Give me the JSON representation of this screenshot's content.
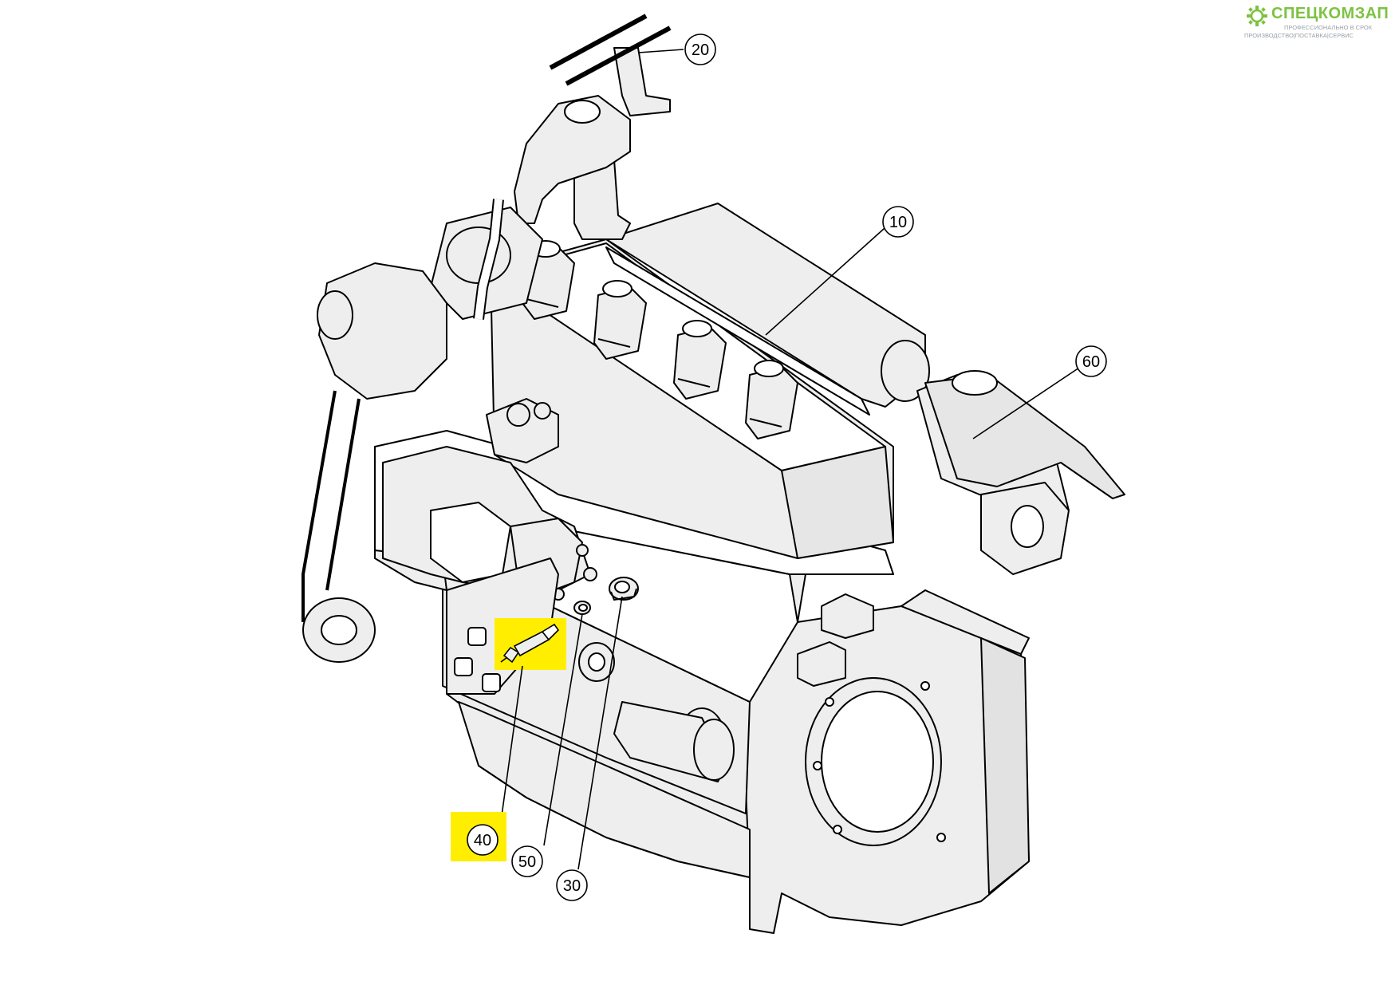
{
  "brand": {
    "name": "СПЕЦКОМЗАП",
    "tagline_1": "ПРОФЕССИОНАЛЬНО В СРОК",
    "tagline_2": "ПРОИЗВОДСТВО|ПОСТАВКА|СЕРВИС",
    "color": "#7dc242",
    "tagline_color": "#9aa0a6"
  },
  "callouts": [
    {
      "id": "c10",
      "label": "10"
    },
    {
      "id": "c20",
      "label": "20"
    },
    {
      "id": "c30",
      "label": "30"
    },
    {
      "id": "c40",
      "label": "40",
      "highlighted": true
    },
    {
      "id": "c50",
      "label": "50"
    },
    {
      "id": "c60",
      "label": "60"
    }
  ],
  "colors": {
    "highlight": "#ffee00",
    "part_fill": "#eeeeee",
    "line": "#000000"
  }
}
